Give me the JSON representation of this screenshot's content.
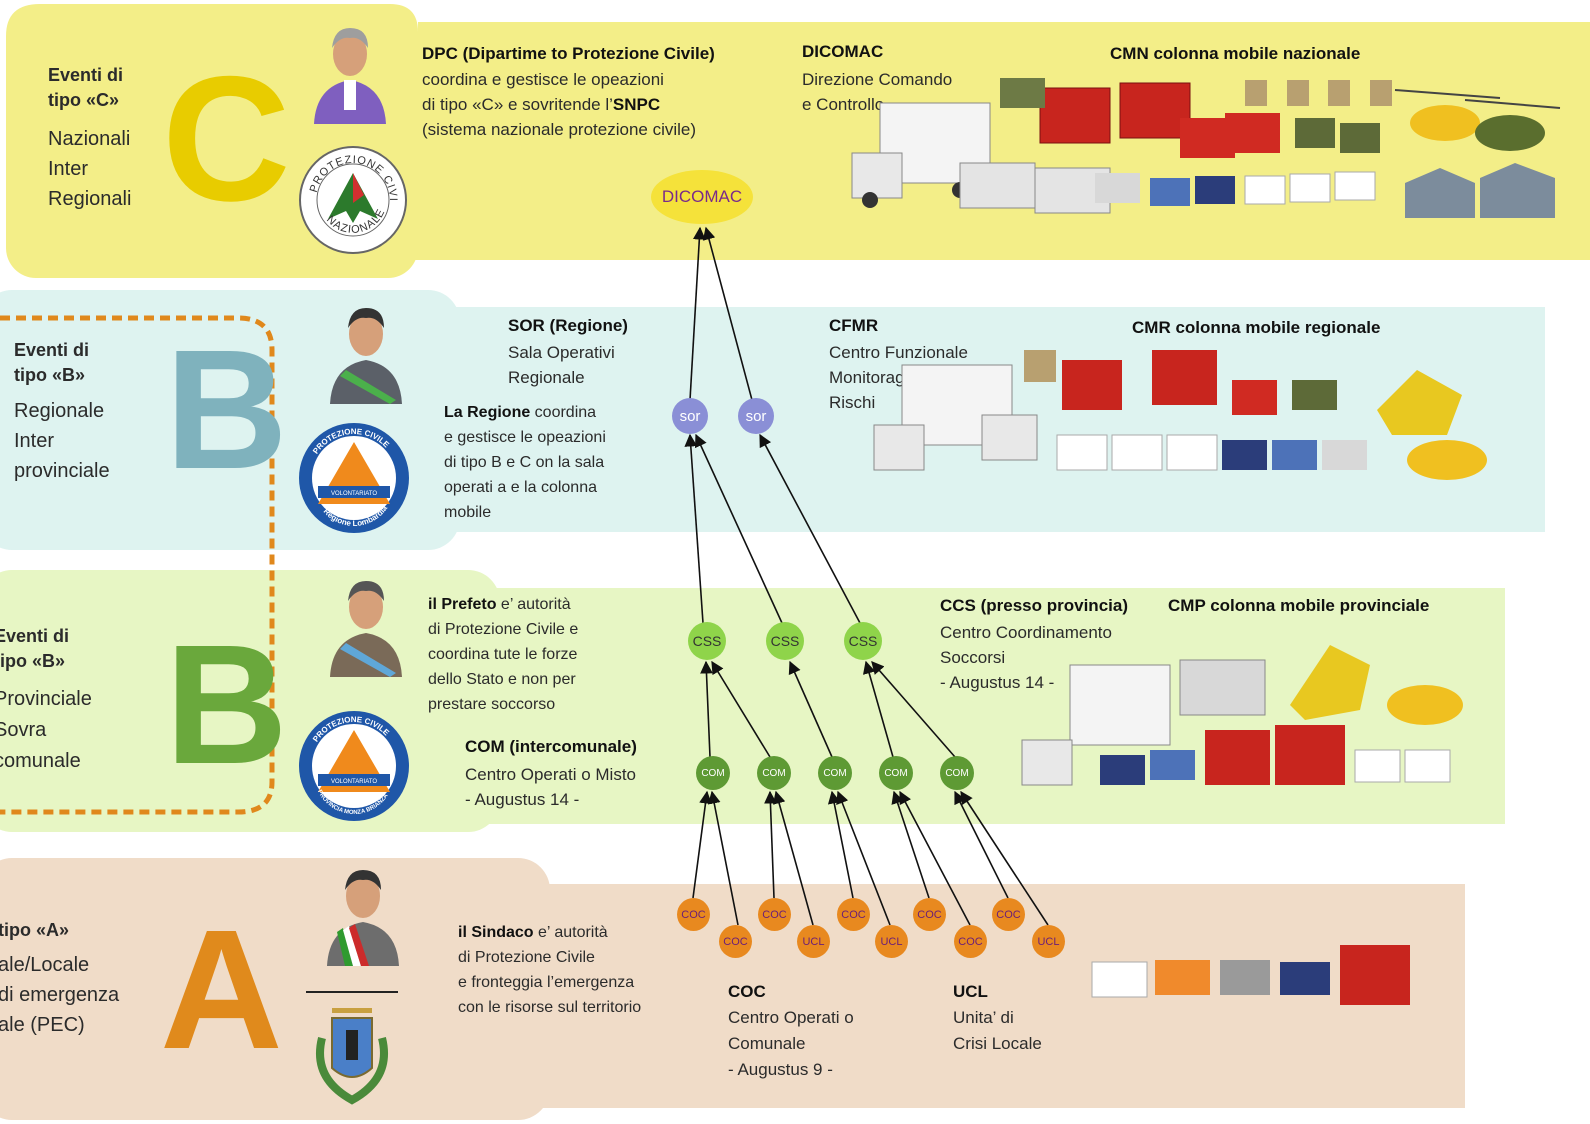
{
  "levels": {
    "c": {
      "letter": "C",
      "title_1": "Eventi di",
      "title_2": "tipo «C»",
      "lines": [
        "Nazionali",
        "Inter",
        "Regionali"
      ],
      "dpc_head": "DPC (Dipartime  to Protezione Civile)",
      "dpc_lines": [
        "coordina e gestisce le opeazioni",
        "di tipo «C» e sovritende l’",
        "(sistema nazionale protezione civile)"
      ],
      "dpc_snpc": "SNPC",
      "dicomac_head": "DICOMAC",
      "dicomac_lines": [
        "Direzione Comando",
        "e Controllo"
      ],
      "column_head": "CMN colonna mobile  nazionale",
      "logo_text_top": "PROTEZIONE CIVILE",
      "logo_text_bottom": "NAZIONALE"
    },
    "b_reg": {
      "letter": "B",
      "title_1": "Eventi di",
      "title_2": "tipo «B»",
      "lines": [
        "Regionale",
        "Inter",
        "provinciale"
      ],
      "sor_head": "SOR (Regione)",
      "sor_lines": [
        "Sala Operativi",
        "Regionale"
      ],
      "region_head": "La Regione",
      "region_first": " coordina",
      "region_lines": [
        "e gestisce le opeazioni",
        "di tipo B e C on la sala",
        "operati  a e la colonna",
        "mobile"
      ],
      "cfmr_head": "CFMR",
      "cfmr_lines": [
        "Centro Funzionale",
        "Monitoraggio",
        "Rischi"
      ],
      "column_head": "CMR colonna mobile  regionale",
      "logo_top": "PROTEZIONE CIVILE",
      "logo_mid": "VOLONTARIATO",
      "logo_bottom": "Regione Lombardia"
    },
    "b_prov": {
      "letter": "B",
      "title_1": "Eventi di",
      "title_2": "tipo «B»",
      "lines": [
        "Provinciale",
        "Sovra",
        "comunale"
      ],
      "prefetto_head": "il Prefeto",
      "prefetto_first": " e’  autorità",
      "prefetto_lines": [
        "di Protezione Civile e",
        "coordina tute le forze",
        "dello Stato e non per",
        "prestare soccorso"
      ],
      "com_head": "COM (intercomunale)",
      "com_lines": [
        "Centro Operati  o Misto",
        "- Augustus 14 -"
      ],
      "ccs_head": "CCS (presso provincia)",
      "ccs_lines": [
        "Centro Coordinamento",
        "Soccorsi",
        "- Augustus 14 -"
      ],
      "column_head": "CMP colonna mobile provinciale",
      "logo_top": "PROTEZIONE CIVILE",
      "logo_mid": "VOLONTARIATO",
      "logo_bottom": "PROVINCIA MONZA BRIANZA"
    },
    "a": {
      "letter": "A",
      "title_2": "tipo «A»",
      "lines": [
        "ale/Locale",
        "di emergenza",
        "ale (PEC)"
      ],
      "sindaco_head": "il Sindaco",
      "sindaco_first": " e’ autorità",
      "sindaco_lines": [
        "di Protezione Civile",
        "e fronteggia l’emergenza",
        "con le risorse sul territorio"
      ],
      "coc_head": "COC",
      "coc_lines": [
        "Centro Operati  o",
        "Comunale",
        "- Augustus 9 -"
      ],
      "ucl_head": "UCL",
      "ucl_lines": [
        "Unita’ di",
        "Crisi Locale"
      ]
    }
  },
  "nodes": {
    "dicomac": "DICOMAC",
    "sor": "sor",
    "css": "CSS",
    "com": "COM",
    "coc": "COC",
    "ucl": "UCL"
  },
  "colors": {
    "band_c": "#f3ee88",
    "band_b_reg": "#def3f0",
    "band_b_prov": "#e7f6c4",
    "band_a": "#f0dcc8",
    "letter_c": "#e8cc00",
    "letter_b_reg": "#7fb2bd",
    "letter_b_prov": "#6aa83c",
    "letter_a": "#e08a1c",
    "node_dicomac": "#f5e23a",
    "node_sor": "#8a8fd6",
    "node_css": "#8fd44a",
    "node_com": "#5e9a34",
    "node_coc": "#e8891f",
    "dash": "#e0881c"
  }
}
